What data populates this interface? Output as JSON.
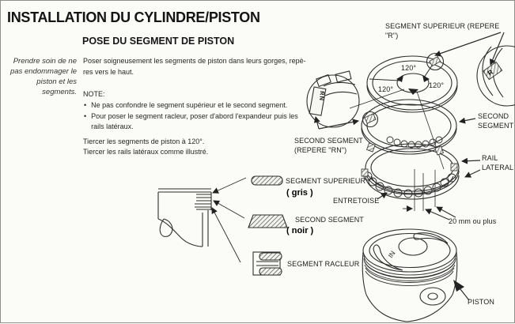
{
  "header": {
    "title": "INSTALLATION DU CYLINDRE/PISTON",
    "subtitle": "POSE DU SEGMENT DE PISTON"
  },
  "sidebar": {
    "caution": "Prendre soin de ne\npas endommager le\npiston et les\nsegments."
  },
  "body": {
    "intro": "Poser soigneusement les segments de piston dans leurs gorges, repè-\nres vers le haut.",
    "note_label": "NOTE:",
    "bullet_char": "•",
    "notes": [
      "Ne pas confondre le segment supérieur et le second segment.",
      "Pour poser le segment racleur, poser d'abord l'expandeur puis les\nrails latéraux."
    ],
    "tiercage": "Tiercer les segments de piston à 120°.\nTiercer les rails latéraux comme illustré."
  },
  "diagram": {
    "top_ring_label": "SEGMENT SUPERIEUR (REPERE \"R\")",
    "angles": {
      "top": "120°",
      "left": "120°",
      "right": "120°"
    },
    "second_segment_right": "SECOND\nSEGMENT",
    "second_segment_left": "SECOND SEGMENT\n(REPERE \"RN\")",
    "rail_lateral": "RAIL\nLATERAL",
    "entretoise": "ENTRETOISE",
    "gap_note": "20 mm ou plus",
    "piston": "PISTON",
    "marks": {
      "r": "R",
      "rn": "RN",
      "in": "IN"
    },
    "legend": [
      {
        "label": "SEGMENT SUPERIEUR",
        "note": "( gris )"
      },
      {
        "label": "SECOND SEGMENT",
        "note": "( noir )"
      },
      {
        "label": "SEGMENT RACLEUR",
        "note": ""
      }
    ]
  }
}
